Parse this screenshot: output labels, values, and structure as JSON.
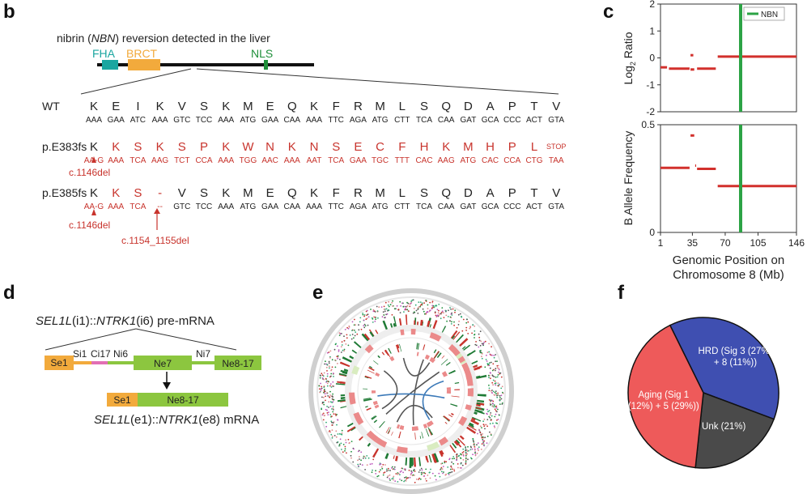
{
  "panels": {
    "b": "b",
    "c": "c",
    "d": "d",
    "e": "e",
    "f": "f"
  },
  "panel_b": {
    "title_pre": "nibrin (",
    "title_gene": "NBN",
    "title_post": ") reversion detected in the liver",
    "domains": {
      "fha": "FHA",
      "brct": "BRCT",
      "nls": "NLS"
    },
    "colors": {
      "fha": "#1aa6a0",
      "brct": "#f2aa3c",
      "nls": "#1f8f3a",
      "mut": "#c8342d",
      "text": "#222222"
    },
    "rows": [
      {
        "label": "WT",
        "aa": [
          "K",
          "E",
          "I",
          "K",
          "V",
          "S",
          "K",
          "M",
          "E",
          "Q",
          "K",
          "F",
          "R",
          "M",
          "L",
          "S",
          "Q",
          "D",
          "A",
          "P",
          "T",
          "V"
        ],
        "codons": [
          "AAA",
          "GAA",
          "ATC",
          "AAA",
          "GTC",
          "TCC",
          "AAA",
          "ATG",
          "GAA",
          "CAA",
          "AAA",
          "TTC",
          "AGA",
          "ATG",
          "CTT",
          "TCA",
          "CAA",
          "GAT",
          "GCA",
          "CCC",
          "ACT",
          "GTA"
        ],
        "aa_red": [
          false,
          false,
          false,
          false,
          false,
          false,
          false,
          false,
          false,
          false,
          false,
          false,
          false,
          false,
          false,
          false,
          false,
          false,
          false,
          false,
          false,
          false
        ],
        "codon_red": [
          false,
          false,
          false,
          false,
          false,
          false,
          false,
          false,
          false,
          false,
          false,
          false,
          false,
          false,
          false,
          false,
          false,
          false,
          false,
          false,
          false,
          false
        ]
      },
      {
        "label": "p.E383fs",
        "aa": [
          "K",
          "K",
          "S",
          "K",
          "S",
          "P",
          "K",
          "W",
          "N",
          "K",
          "N",
          "S",
          "E",
          "C",
          "F",
          "H",
          "K",
          "M",
          "H",
          "P",
          "L",
          "STOP"
        ],
        "codons": [
          "AA-G",
          "AAA",
          "TCA",
          "AAG",
          "TCT",
          "CCA",
          "AAA",
          "TGG",
          "AAC",
          "AAA",
          "AAT",
          "TCA",
          "GAA",
          "TGC",
          "TTT",
          "CAC",
          "AAG",
          "ATG",
          "CAC",
          "CCA",
          "CTG",
          "TAA"
        ],
        "aa_red": [
          false,
          true,
          true,
          true,
          true,
          true,
          true,
          true,
          true,
          true,
          true,
          true,
          true,
          true,
          true,
          true,
          true,
          true,
          true,
          true,
          true,
          true
        ],
        "codon_red": [
          true,
          true,
          true,
          true,
          true,
          true,
          true,
          true,
          true,
          true,
          true,
          true,
          true,
          true,
          true,
          true,
          true,
          true,
          true,
          true,
          true,
          true
        ]
      },
      {
        "label": "p.E385fs",
        "aa": [
          "K",
          "K",
          "S",
          "-",
          "V",
          "S",
          "K",
          "M",
          "E",
          "Q",
          "K",
          "F",
          "R",
          "M",
          "L",
          "S",
          "Q",
          "D",
          "A",
          "P",
          "T",
          "V"
        ],
        "codons": [
          "AA-G",
          "AAA",
          "TCA",
          "--",
          "GTC",
          "TCC",
          "AAA",
          "ATG",
          "GAA",
          "CAA",
          "AAA",
          "TTC",
          "AGA",
          "ATG",
          "CTT",
          "TCA",
          "CAA",
          "GAT",
          "GCA",
          "CCC",
          "ACT",
          "GTA"
        ],
        "aa_red": [
          false,
          true,
          true,
          true,
          false,
          false,
          false,
          false,
          false,
          false,
          false,
          false,
          false,
          false,
          false,
          false,
          false,
          false,
          false,
          false,
          false,
          false
        ],
        "codon_red": [
          true,
          true,
          true,
          true,
          false,
          false,
          false,
          false,
          false,
          false,
          false,
          false,
          false,
          false,
          false,
          false,
          false,
          false,
          false,
          false,
          false,
          false
        ]
      }
    ],
    "annotations": {
      "del1": "c.1146del",
      "del2": "c.1146del",
      "del3": "c.1154_1155del"
    }
  },
  "panel_c": {
    "legend": "NBN",
    "ylabel_top_main": "Log",
    "ylabel_top_sub": "2",
    "ylabel_top_end": " Ratio",
    "ylabel_bottom": "B Allele Frequency",
    "xlabel_line1": "Genomic Position on",
    "xlabel_line2": "Chromosome 8 (Mb)",
    "x_ticks": [
      "1",
      "35",
      "70",
      "105",
      "146"
    ],
    "top_ticks": [
      "2",
      "1",
      "0",
      "-1",
      "-2"
    ],
    "bottom_ticks": [
      "0.5",
      "0"
    ],
    "colors": {
      "segment": "#d2302c",
      "nbn": "#2ca345"
    }
  },
  "panel_d": {
    "title_gene1": "SEL1L",
    "title_mid1": "(i1)::",
    "title_gene2": "NTRK1",
    "title_mid2": "(i6) pre-mRNA",
    "labels": {
      "se1": "Se1",
      "si1": "Si1",
      "ci17": "Ci17",
      "ni6": "Ni6",
      "ne7": "Ne7",
      "ni7": "Ni7",
      "ne817": "Ne8-17",
      "se1b": "Se1",
      "ne817b": "Ne8-17"
    },
    "bottom_gene1": "SEL1L",
    "bottom_mid1": "(e1)::",
    "bottom_gene2": "NTRK1",
    "bottom_mid2": "(e8) mRNA",
    "colors": {
      "sel1l": "#f2aa3c",
      "ntrk1": "#8cc63f",
      "ci17": "#e26fb4"
    }
  },
  "chart_data": {
    "type": "pie",
    "categories": [
      "HRD (Sig 3 (27%) + 8 (11%))",
      "Unk (21%)",
      "Aging (Sig 1 (12%) + 5 (29%))"
    ],
    "values": [
      38,
      21,
      41
    ],
    "colors": [
      "#3f4fb1",
      "#4a4a4a",
      "#ee5a5a"
    ],
    "label_lines": [
      [
        "HRD (Sig 3 (27%)",
        "+ 8 (11%))"
      ],
      [
        "Unk (21%)"
      ],
      [
        "Aging (Sig 1",
        "(12%) + 5 (29%))"
      ]
    ]
  }
}
